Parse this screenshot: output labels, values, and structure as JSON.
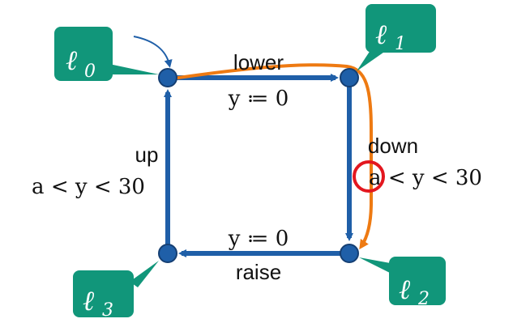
{
  "colors": {
    "edge": "#1f5fa8",
    "node": "#1f5fa8",
    "node_stroke": "#153f73",
    "location_box": "#11967a",
    "trace": "#ee7a12",
    "highlight": "#e3171f",
    "text": "#111111"
  },
  "locations": [
    {
      "id": "l0",
      "symbol": "ℓ",
      "sub": "0"
    },
    {
      "id": "l1",
      "symbol": "ℓ",
      "sub": "1"
    },
    {
      "id": "l2",
      "symbol": "ℓ",
      "sub": "2"
    },
    {
      "id": "l3",
      "symbol": "ℓ",
      "sub": "3"
    }
  ],
  "edges": {
    "top": {
      "action": "lower",
      "update": "y ≔ 0"
    },
    "right": {
      "action": "down",
      "guard": "a < y < 30"
    },
    "bottom": {
      "action": "raise",
      "update": "y ≔ 0"
    },
    "left": {
      "action": "up",
      "guard": "a < y < 30"
    }
  }
}
